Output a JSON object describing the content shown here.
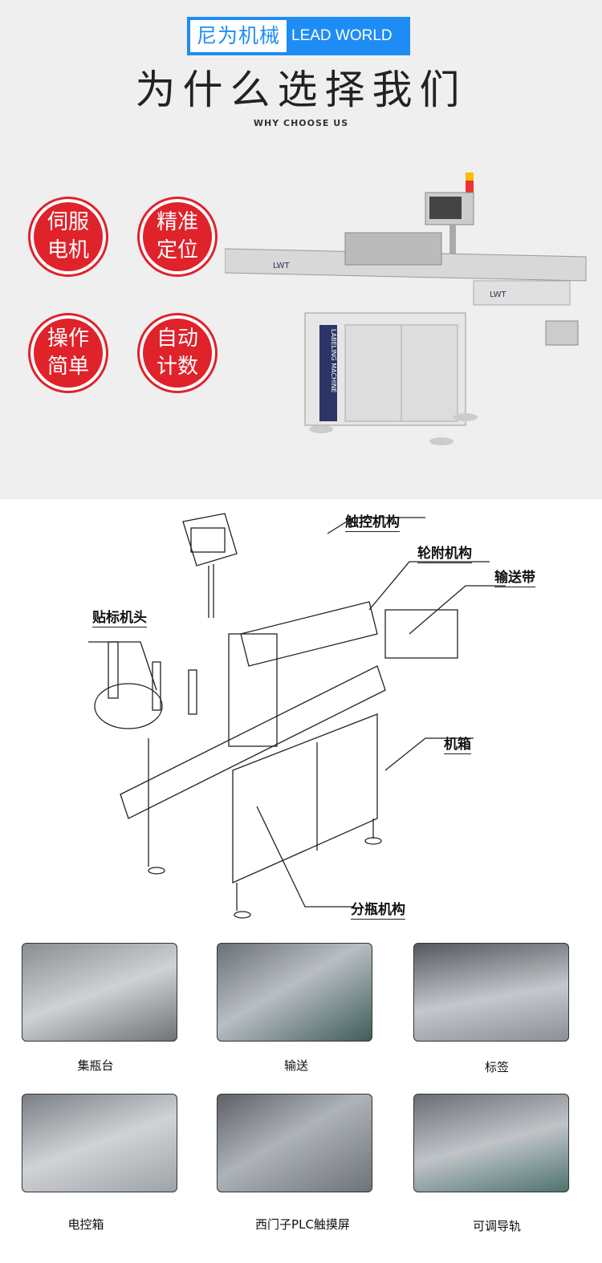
{
  "header": {
    "logo_cn": "尼为机械",
    "logo_en": "LEAD WORLD",
    "title": "为什么选择我们",
    "subtitle": "WHY CHOOSE US"
  },
  "features": [
    {
      "line1": "伺服",
      "line2": "电机"
    },
    {
      "line1": "精准",
      "line2": "定位"
    },
    {
      "line1": "操作",
      "line2": "简单"
    },
    {
      "line1": "自动",
      "line2": "计数"
    }
  ],
  "machine": {
    "brand": "LWT",
    "side_text": "LABELING MACHINE"
  },
  "diagram": {
    "labels": [
      "触控机构",
      "轮附机构",
      "输送带",
      "贴标机头",
      "机箱",
      "分瓶机构"
    ]
  },
  "photos": [
    {
      "caption": "集瓶台"
    },
    {
      "caption": "输送"
    },
    {
      "caption": "标签"
    },
    {
      "caption": "电控箱"
    },
    {
      "caption": "西门子PLC触摸屏"
    },
    {
      "caption": "可调导轨"
    }
  ],
  "colors": {
    "brand_blue": "#1e8cf5",
    "badge_red": "#e0222b"
  }
}
